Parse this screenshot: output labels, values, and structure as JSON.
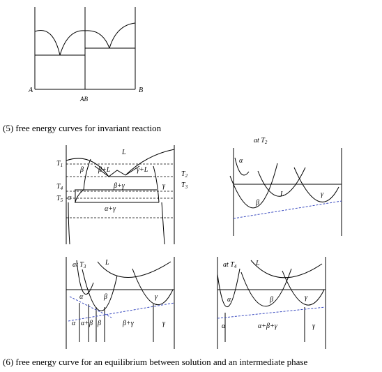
{
  "top": {
    "label_a": "A",
    "label_ab": "AB",
    "label_b": "B"
  },
  "caption5": "(5) free energy curves for invariant reaction",
  "caption6": "(6) free energy curve for an equilibrium between solution and an intermediate phase",
  "phase_diagram": {
    "L": "L",
    "beta": "β",
    "beta_L": "β+L",
    "gamma_L": "γ+L",
    "beta_gamma": "β+γ",
    "gamma": "γ",
    "alpha": "α",
    "alpha_gamma": "α+γ",
    "T1": "T",
    "T1_sub": "1",
    "T2": "T",
    "T2_sub": "2",
    "T3": "T",
    "T3_sub": "3",
    "T4": "T",
    "T4_sub": "4",
    "T5": "T",
    "T5_sub": "5"
  },
  "panel_t2": {
    "title": "at T",
    "title_sub": "2",
    "alpha": "α",
    "beta": "β",
    "L": "L",
    "gamma": "γ"
  },
  "panel_t3": {
    "title": "at T",
    "title_sub": "3",
    "L": "L",
    "alpha": "α",
    "beta": "β",
    "gamma": "γ",
    "bottom_alpha": "α",
    "bottom_alpha_beta": "α+β",
    "bottom_beta": "β",
    "bottom_beta_gamma": "β+γ",
    "bottom_gamma": "γ"
  },
  "panel_t4": {
    "title": "at T",
    "title_sub": "4",
    "L": "L",
    "alpha": "α",
    "beta": "β",
    "gamma": "γ",
    "bottom_alpha": "α",
    "bottom_abg": "α+β+γ",
    "bottom_gamma": "γ"
  }
}
